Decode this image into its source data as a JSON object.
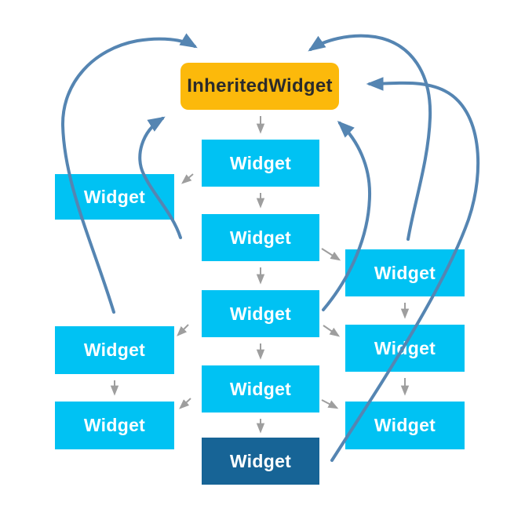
{
  "diagram": {
    "title": "InheritedWidget dependency diagram",
    "nodes": {
      "inherited": {
        "label": "InheritedWidget"
      },
      "center": [
        {
          "label": "Widget"
        },
        {
          "label": "Widget"
        },
        {
          "label": "Widget"
        },
        {
          "label": "Widget"
        }
      ],
      "center_leaf": {
        "label": "Widget"
      },
      "left_top": {
        "label": "Widget"
      },
      "left": [
        {
          "label": "Widget"
        },
        {
          "label": "Widget"
        }
      ],
      "right": [
        {
          "label": "Widget"
        },
        {
          "label": "Widget"
        },
        {
          "label": "Widget"
        }
      ]
    },
    "colors": {
      "widget_bg": "#00C2F3",
      "leaf_widget_bg": "#176496",
      "inherited_bg": "#FCB90B",
      "widget_text": "#ffffff",
      "inherited_text": "#2b2b2b",
      "child_arrow": "#9E9E9E",
      "dependency_arrow": "#5585B2",
      "background": "#ffffff"
    }
  }
}
